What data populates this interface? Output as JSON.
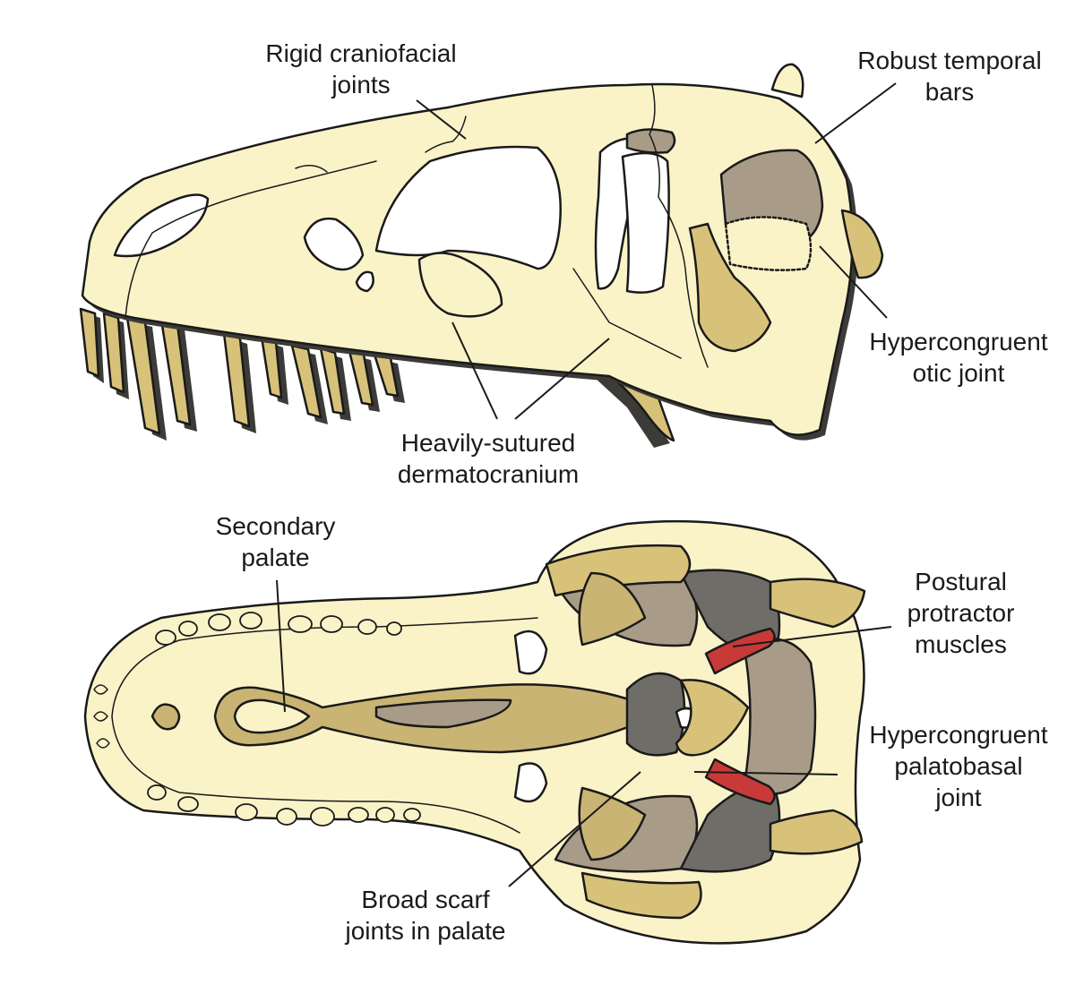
{
  "colors": {
    "bone": "#fbf3c8",
    "bone_dark": "#d8c27a",
    "socket": "#c9b474",
    "grey": "#a89c88",
    "dark_grey": "#6e6d68",
    "muscle": "#c83a38",
    "outline": "#1a1a1a"
  },
  "labels": {
    "rigid_joints": [
      "Rigid craniofacial",
      "joints"
    ],
    "temporal_bars": [
      "Robust temporal",
      "bars"
    ],
    "otic_joint": [
      "Hypercongruent",
      "otic joint"
    ],
    "dermatocranium": [
      "Heavily-sutured",
      "dermatocranium"
    ],
    "secondary_palate": [
      "Secondary",
      "palate"
    ],
    "protractor_muscles": [
      "Postural",
      "protractor",
      "muscles"
    ],
    "palatobasal_joint": [
      "Hypercongruent",
      "palatobasal",
      "joint"
    ],
    "scarf_joints": [
      "Broad scarf",
      "joints in palate"
    ]
  }
}
